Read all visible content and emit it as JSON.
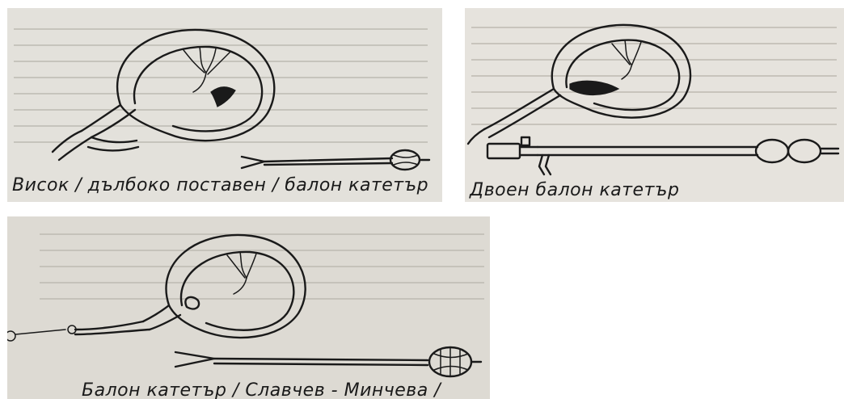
{
  "panels": [
    {
      "caption": "Висок / дълбоко поставен / балон катетър"
    },
    {
      "caption": "Двоен балон катетър"
    },
    {
      "caption": "Балон катетър / Славчев - Минчева /"
    }
  ]
}
